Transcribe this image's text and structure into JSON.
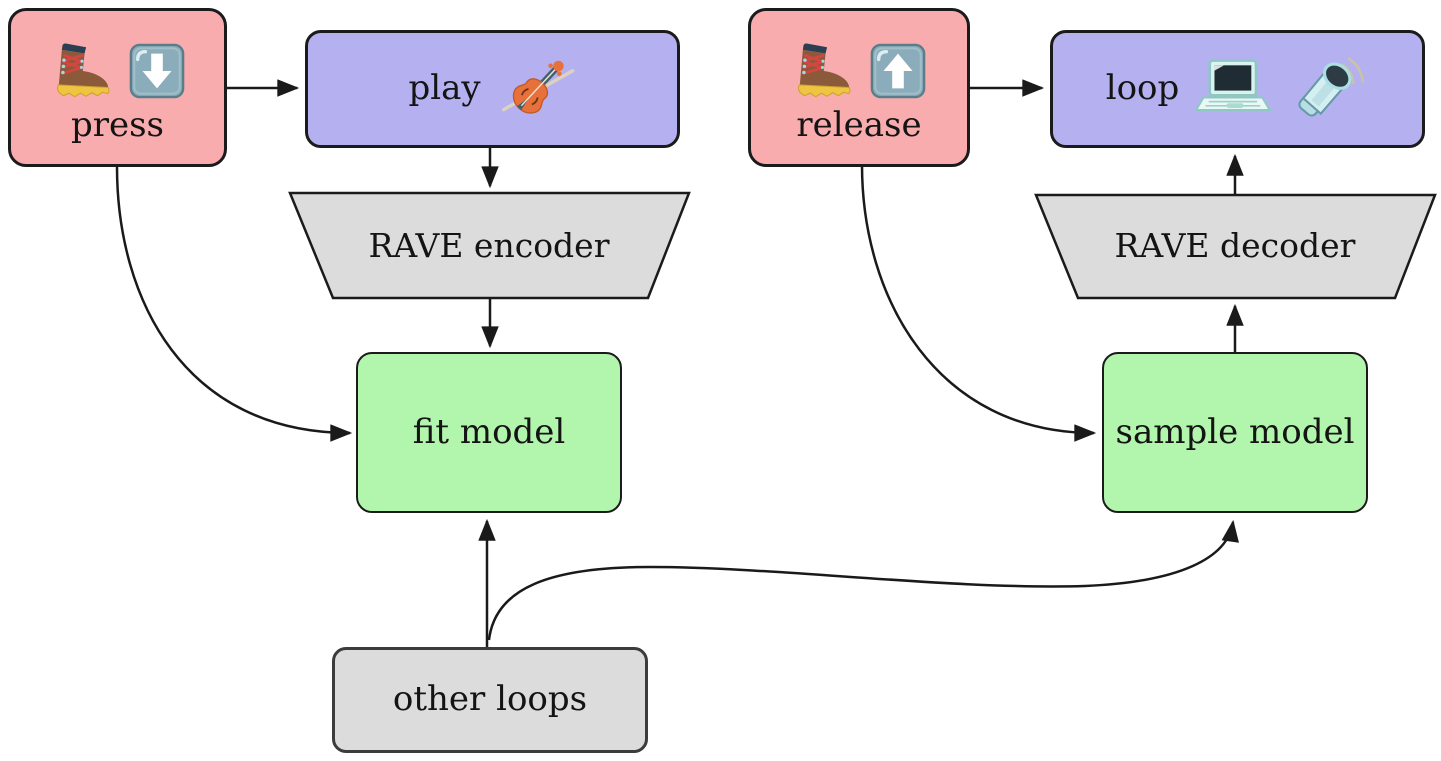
{
  "diagram": {
    "background": "#ffffff",
    "arrow_color": "#1a1a1a",
    "border_color": "#1b1b1b",
    "nodes": {
      "press": {
        "label": "press",
        "fill": "#f9acae",
        "shape": "rounded-rect",
        "icons": [
          "hiking-boot",
          "down-arrow-button"
        ]
      },
      "play": {
        "label": "play",
        "fill": "#b5b1f0",
        "shape": "rounded-rect",
        "icons": [
          "violin"
        ]
      },
      "release": {
        "label": "release",
        "fill": "#f9acae",
        "shape": "rounded-rect",
        "icons": [
          "hiking-boot",
          "up-arrow-button"
        ]
      },
      "loop": {
        "label": "loop",
        "fill": "#b5b1f0",
        "shape": "rounded-rect",
        "icons": [
          "laptop",
          "loudspeaker"
        ]
      },
      "rave_encoder": {
        "label": "RAVE encoder",
        "fill": "#dcdcdc",
        "shape": "trapezoid"
      },
      "rave_decoder": {
        "label": "RAVE decoder",
        "fill": "#dcdcdc",
        "shape": "trapezoid"
      },
      "fit_model": {
        "label": "fit model",
        "fill": "#b2f5ac",
        "shape": "rounded-rect"
      },
      "sample_model": {
        "label": "sample model",
        "fill": "#b2f5ac",
        "shape": "rounded-rect"
      },
      "other_loops": {
        "label": "other loops",
        "fill": "#dcdcdc",
        "shape": "rounded-rect"
      }
    },
    "edges": [
      {
        "from": "press",
        "to": "play"
      },
      {
        "from": "play",
        "to": "rave_encoder"
      },
      {
        "from": "rave_encoder",
        "to": "fit_model"
      },
      {
        "from": "press",
        "to": "fit_model"
      },
      {
        "from": "release",
        "to": "loop"
      },
      {
        "from": "release",
        "to": "sample_model"
      },
      {
        "from": "sample_model",
        "to": "rave_decoder"
      },
      {
        "from": "rave_decoder",
        "to": "loop"
      },
      {
        "from": "other_loops",
        "to": "fit_model"
      },
      {
        "from": "other_loops",
        "to": "sample_model"
      }
    ]
  }
}
